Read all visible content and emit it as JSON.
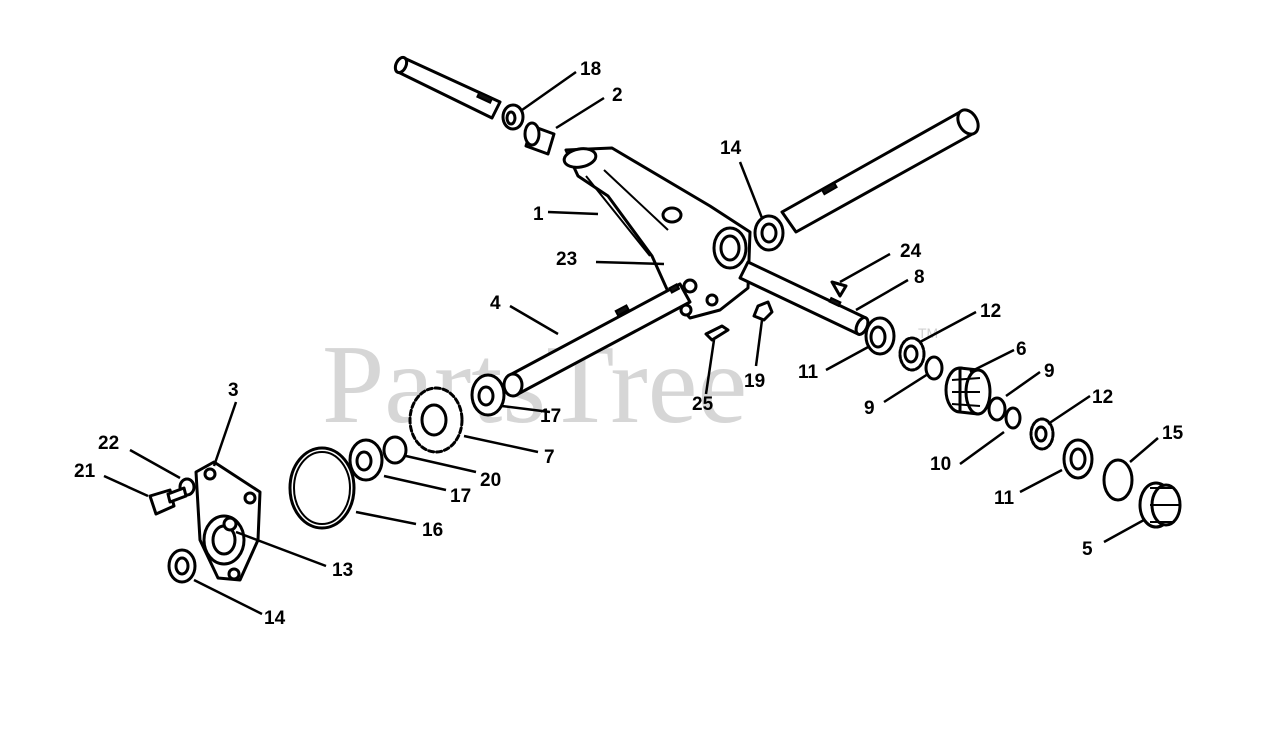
{
  "watermark": {
    "text": "PartsTree",
    "trademark": "TM"
  },
  "callouts": [
    {
      "id": "c-18",
      "label": "18"
    },
    {
      "id": "c-2",
      "label": "2"
    },
    {
      "id": "c-14a",
      "label": "14"
    },
    {
      "id": "c-1",
      "label": "1"
    },
    {
      "id": "c-24",
      "label": "24"
    },
    {
      "id": "c-23",
      "label": "23"
    },
    {
      "id": "c-8",
      "label": "8"
    },
    {
      "id": "c-4",
      "label": "4"
    },
    {
      "id": "c-12a",
      "label": "12"
    },
    {
      "id": "c-6",
      "label": "6"
    },
    {
      "id": "c-11a",
      "label": "11"
    },
    {
      "id": "c-19",
      "label": "19"
    },
    {
      "id": "c-9a",
      "label": "9"
    },
    {
      "id": "c-3",
      "label": "3"
    },
    {
      "id": "c-25",
      "label": "25"
    },
    {
      "id": "c-9b",
      "label": "9"
    },
    {
      "id": "c-17a",
      "label": "17"
    },
    {
      "id": "c-12b",
      "label": "12"
    },
    {
      "id": "c-22",
      "label": "22"
    },
    {
      "id": "c-7",
      "label": "7"
    },
    {
      "id": "c-15",
      "label": "15"
    },
    {
      "id": "c-10",
      "label": "10"
    },
    {
      "id": "c-21",
      "label": "21"
    },
    {
      "id": "c-20",
      "label": "20"
    },
    {
      "id": "c-17b",
      "label": "17"
    },
    {
      "id": "c-11b",
      "label": "11"
    },
    {
      "id": "c-16",
      "label": "16"
    },
    {
      "id": "c-13",
      "label": "13"
    },
    {
      "id": "c-5",
      "label": "5"
    },
    {
      "id": "c-14b",
      "label": "14"
    }
  ]
}
